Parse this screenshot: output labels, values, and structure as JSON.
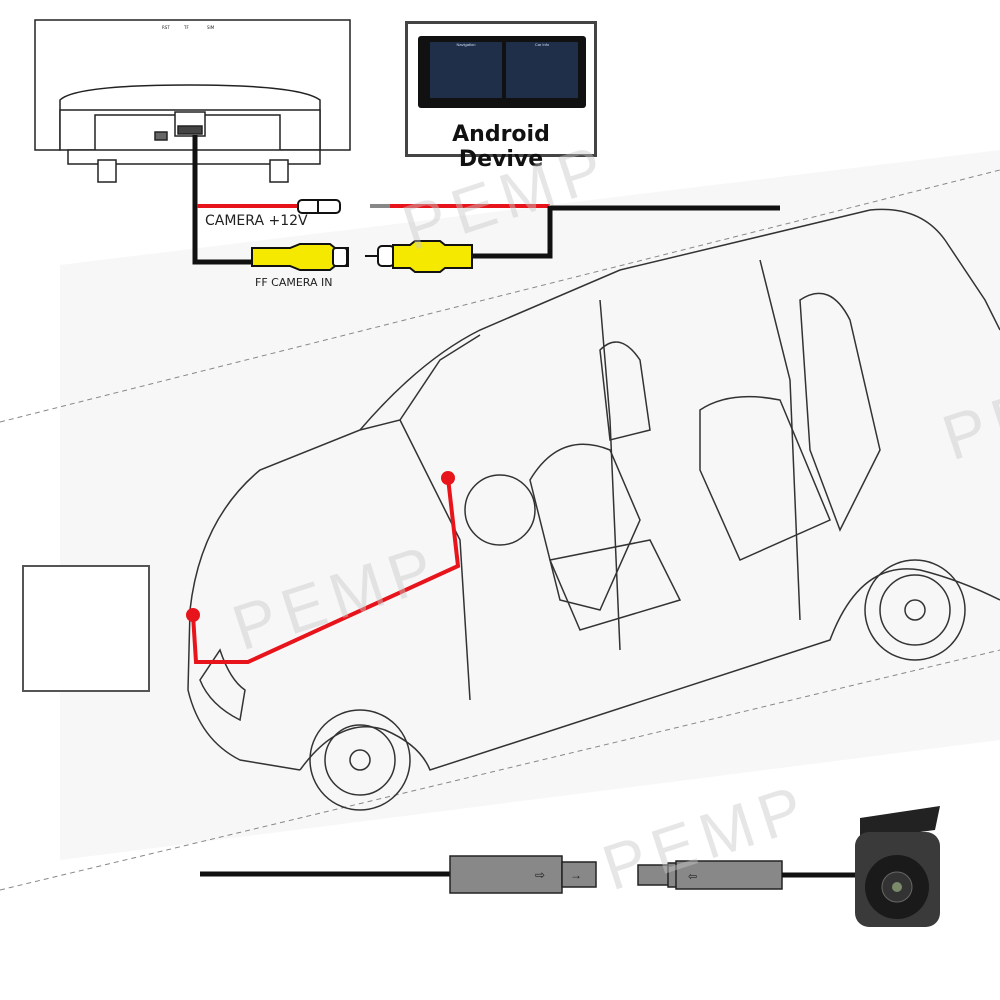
{
  "head_unit": {
    "port_labels": [
      "RST",
      "TF",
      "SIM"
    ]
  },
  "android_device": {
    "title": "Android Devive",
    "screen_panels": [
      "Navigation",
      "Car Info"
    ]
  },
  "wiring": {
    "power_label": "CAMERA +12V",
    "video_label": "FF CAMERA IN",
    "power_color": "#e8141b",
    "video_connector_color": "#f5e900",
    "cable_color": "#111111"
  },
  "route_color": "#e8141b",
  "watermark": "PEMP"
}
